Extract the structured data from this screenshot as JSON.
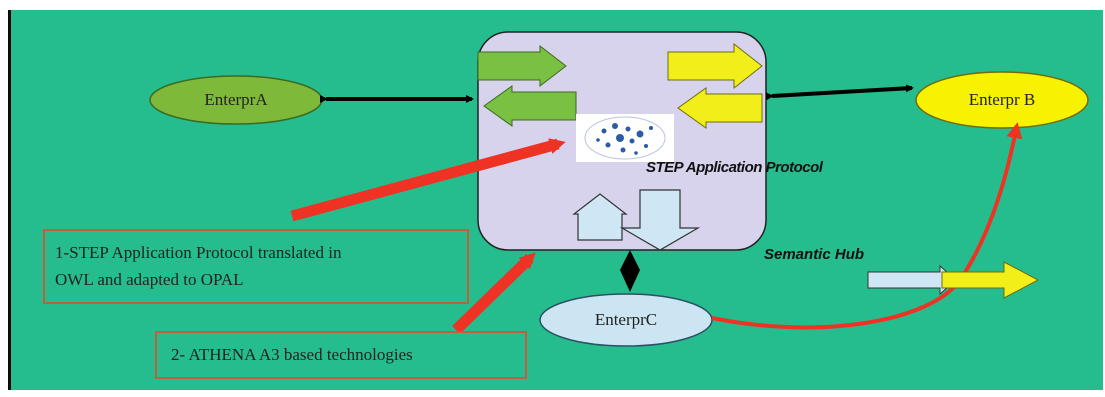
{
  "colors": {
    "background": "#25bd8e",
    "hub_fill": "#d7d3ec",
    "enterprise_a": "#7fb93a",
    "enterprise_b": "#f6f200",
    "enterprise_c": "#cce5f2",
    "red_arrow": "#ee3224",
    "green_arrow": "#79c043",
    "yellow_arrow": "#f2ee1a",
    "blue_arrow": "#cfe6f4",
    "box_border": "#c0603a"
  },
  "nodes": {
    "enterprise_a": {
      "label": "EnterprA"
    },
    "enterprise_b": {
      "label": "Enterpr B"
    },
    "enterprise_c": {
      "label": "EnterprC"
    }
  },
  "hub": {
    "protocol_label": "STEP Application Protocol",
    "semantic_label": "Semantic Hub"
  },
  "notes": [
    {
      "lines": [
        "1-STEP Application Protocol translated in",
        "OWL and adapted to OPAL"
      ]
    },
    {
      "lines": [
        "2- ATHENA A3 based technologies"
      ]
    }
  ]
}
